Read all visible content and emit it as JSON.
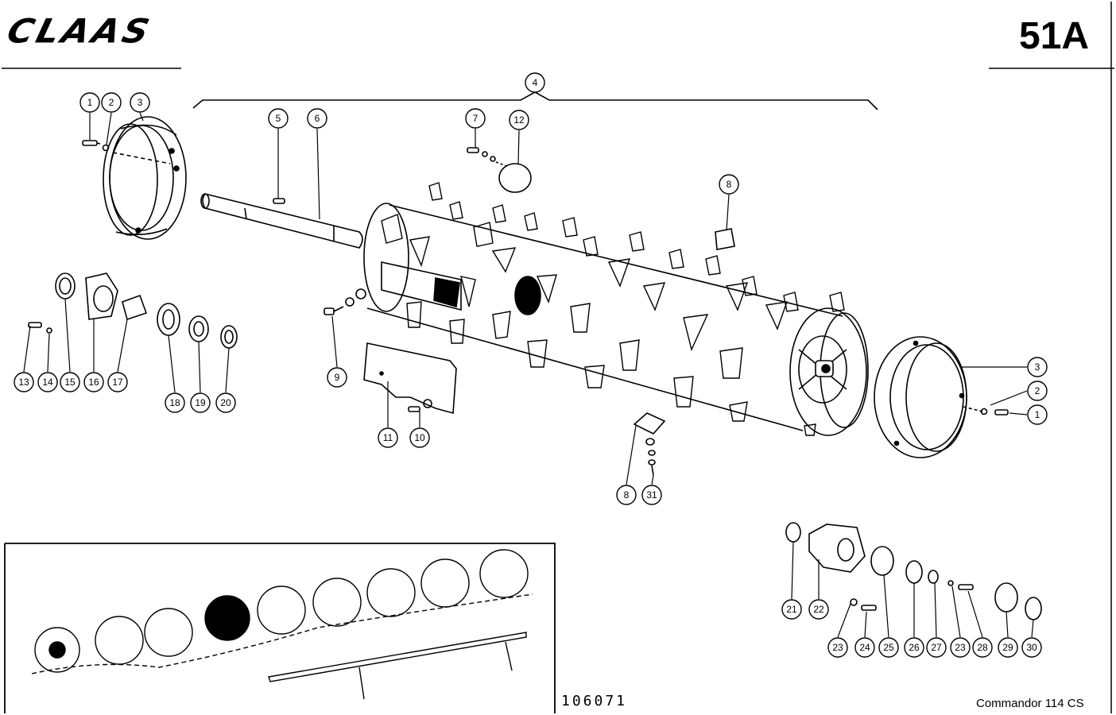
{
  "header": {
    "brand": "CLAAS",
    "sheet_number": "51A"
  },
  "footer": {
    "drawing_number": "106071",
    "model": "Commandor 114 CS"
  },
  "callouts": {
    "c4": "4",
    "c5": "5",
    "c6": "6",
    "c7": "7",
    "c12": "12",
    "c1a": "1",
    "c2a": "2",
    "c3a": "3",
    "c8a": "8",
    "c9": "9",
    "c13": "13",
    "c14": "14",
    "c15": "15",
    "c16": "16",
    "c17": "17",
    "c18": "18",
    "c19": "19",
    "c20": "20",
    "c11": "11",
    "c10": "10",
    "c8b": "8",
    "c31": "31",
    "c3b": "3",
    "c2b": "2",
    "c1b": "1",
    "c21": "21",
    "c22": "22",
    "c23a": "23",
    "c24": "24",
    "c25": "25",
    "c26": "26",
    "c27": "27",
    "c23b": "23",
    "c28": "28",
    "c29": "29",
    "c30": "30"
  }
}
